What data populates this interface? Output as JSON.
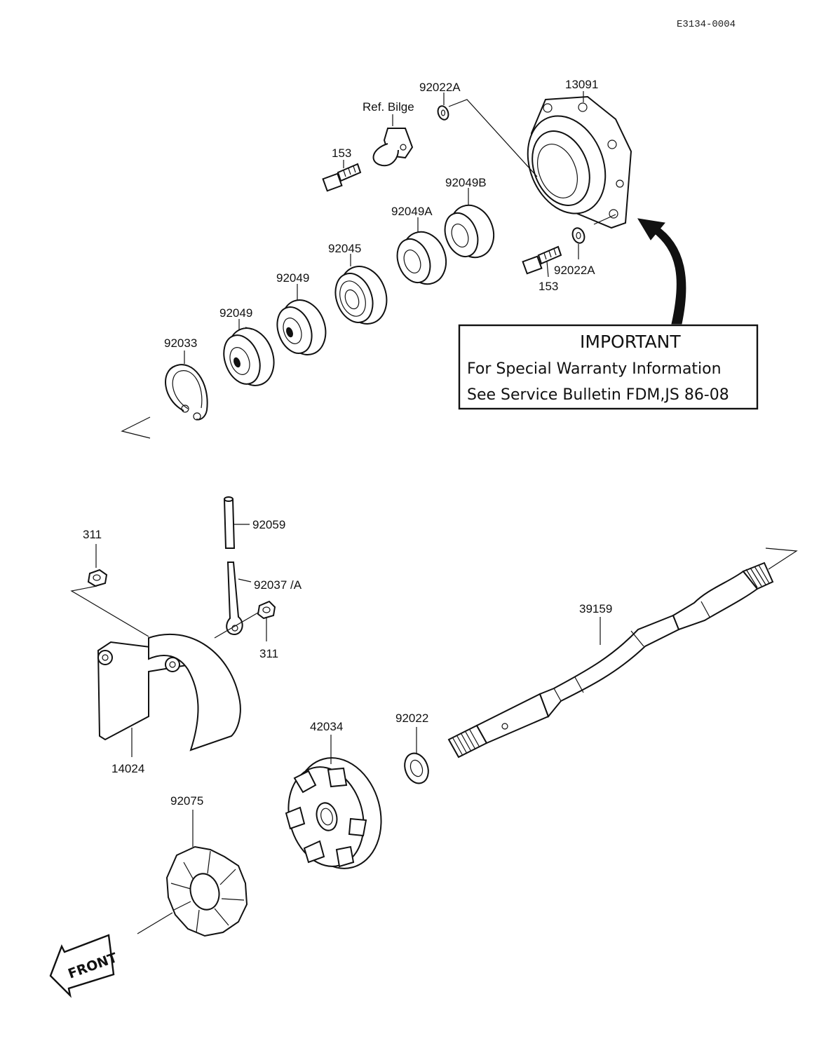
{
  "document_id": "E3134-0004",
  "labels": {
    "p92022A_top": "92022A",
    "ref_bilge": "Ref. Bilge",
    "p13091": "13091",
    "p153_top": "153",
    "p92049B": "92049B",
    "p92049A": "92049A",
    "p92045": "92045",
    "p92049_upper": "92049",
    "p92049_lower": "92049",
    "p92033": "92033",
    "p92022A_bottom": "92022A",
    "p153_bottom": "153",
    "p92059": "92059",
    "p311_left": "311",
    "p92037A": "92037 /A",
    "p311_right": "311",
    "p39159": "39159",
    "p14024": "14024",
    "p42034": "42034",
    "p92022": "92022",
    "p92075": "92075"
  },
  "important_box": {
    "title": "IMPORTANT",
    "line1": "For Special Warranty Information",
    "line2": "See Service Bulletin FDM,JS 86-08"
  },
  "front_label": "FRONT"
}
